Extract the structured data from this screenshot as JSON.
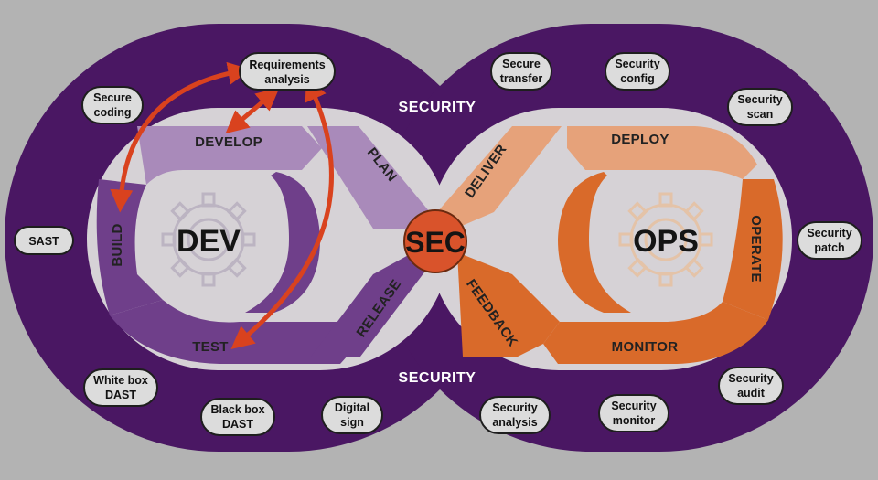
{
  "security_labels": {
    "top": "SECURITY",
    "bottom": "SECURITY"
  },
  "center": {
    "sec": "SEC",
    "dev": "DEV",
    "ops": "OPS"
  },
  "dev_stages": {
    "develop": "DEVELOP",
    "build": "BUILD",
    "test": "TEST",
    "plan": "PLAN",
    "release": "RELEASE"
  },
  "ops_stages": {
    "deliver": "DELIVER",
    "deploy": "DEPLOY",
    "operate": "OPERATE",
    "monitor": "MONITOR",
    "feedback": "FEEDBACK"
  },
  "practices": {
    "requirements_analysis": [
      "Requirements",
      "analysis"
    ],
    "secure_coding": [
      "Secure",
      "coding"
    ],
    "sast": [
      "SAST"
    ],
    "white_box_dast": [
      "White box",
      "DAST"
    ],
    "black_box_dast": [
      "Black box",
      "DAST"
    ],
    "digital_sign": [
      "Digital",
      "sign"
    ],
    "secure_transfer": [
      "Secure",
      "transfer"
    ],
    "security_config": [
      "Security",
      "config"
    ],
    "security_scan": [
      "Security",
      "scan"
    ],
    "security_patch": [
      "Security",
      "patch"
    ],
    "security_audit": [
      "Security",
      "audit"
    ],
    "security_monitor": [
      "Security",
      "monitor"
    ],
    "security_analysis": [
      "Security",
      "analysis"
    ]
  },
  "colors": {
    "background": "#b3b3b3",
    "outer_band": "#4a1763",
    "inner_band": "#d6d2d6",
    "dev_dark": "#6f3f8a",
    "dev_light": "#a98aba",
    "ops_dark": "#d96a2a",
    "ops_light": "#e6a27a",
    "sec_circle": "#d9532b",
    "arrow": "#d9421e"
  }
}
